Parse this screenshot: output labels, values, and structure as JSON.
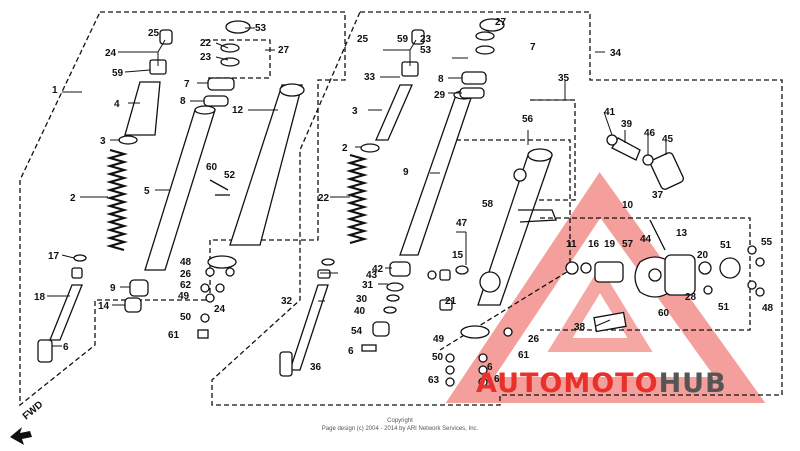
{
  "diagram": {
    "callouts": [
      "1",
      "24",
      "25",
      "59",
      "4",
      "3",
      "2",
      "17",
      "18",
      "6",
      "22",
      "23",
      "53",
      "27",
      "7",
      "8",
      "12",
      "5",
      "60",
      "52",
      "9",
      "14",
      "48",
      "26",
      "62",
      "49",
      "50",
      "61",
      "24",
      "25",
      "59",
      "33",
      "3",
      "2",
      "22",
      "23",
      "53",
      "27",
      "7",
      "8",
      "29",
      "34",
      "9",
      "42",
      "43",
      "32",
      "31",
      "30",
      "40",
      "54",
      "6",
      "36",
      "35",
      "56",
      "41",
      "39",
      "46",
      "45",
      "58",
      "47",
      "15",
      "21",
      "37",
      "10",
      "11",
      "16",
      "19",
      "57",
      "44",
      "13",
      "20",
      "51",
      "55",
      "28",
      "38",
      "60",
      "51",
      "48",
      "49",
      "26",
      "50",
      "61",
      "63",
      "62",
      "6"
    ],
    "fwd_label": "FWD"
  },
  "footer": {
    "line1": "Copyright",
    "line2": "Page design (c) 2004 - 2014 by ARI Network Services, Inc."
  },
  "watermark": {
    "part1": "AUTOMOTO",
    "part2": "HUB",
    "color_red": "#e8312a",
    "color_gray": "#555555"
  }
}
